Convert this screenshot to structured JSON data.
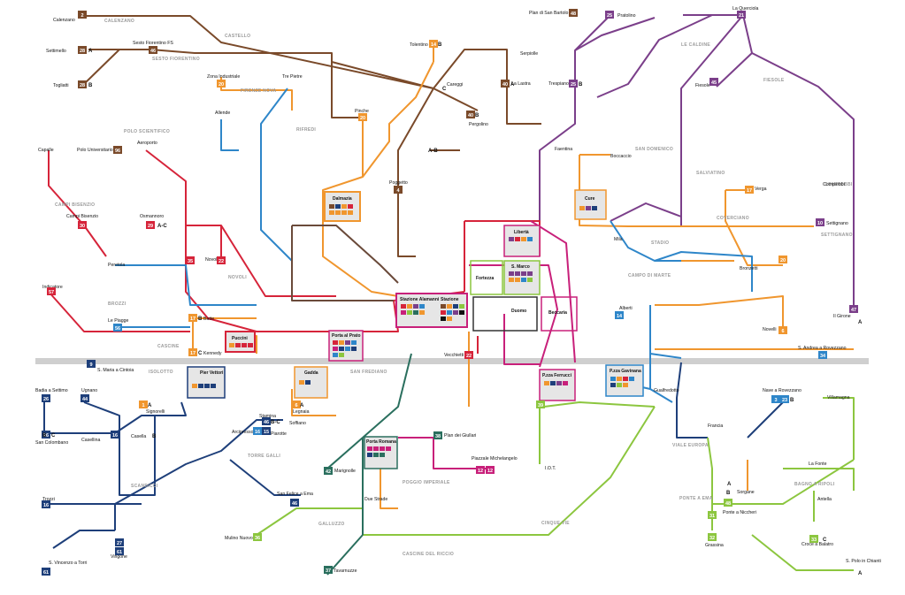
{
  "colors": {
    "brown": "#7a4a2a",
    "orange": "#f0962e",
    "purple": "#7b3f8a",
    "red": "#d6243a",
    "blue": "#2e86c9",
    "navy": "#1e3f7a",
    "green": "#8cc63f",
    "teal": "#2a6f5e",
    "magenta": "#c8207a",
    "pink": "#e0529c",
    "grey": "#cfcfcf"
  },
  "districts": [
    {
      "label": "CALENZANO"
    },
    {
      "label": "CASTELLO"
    },
    {
      "label": "SESTO FIORENTINO"
    },
    {
      "label": "FIRENZE NOVA"
    },
    {
      "label": "RIFREDI"
    },
    {
      "label": "POLO SCIENTIFICO"
    },
    {
      "label": "CAMPI BISENZIO"
    },
    {
      "label": "NOVOLI"
    },
    {
      "label": "BROZZI"
    },
    {
      "label": "CASCINE"
    },
    {
      "label": "ISOLOTTO"
    },
    {
      "label": "SAN FREDIANO"
    },
    {
      "label": "TORRE GALLI"
    },
    {
      "label": "SCANDICCI"
    },
    {
      "label": "POGGIO IMPERIALE"
    },
    {
      "label": "GALLUZZO"
    },
    {
      "label": "CINQUE VIE"
    },
    {
      "label": "CASCINE DEL RICCIO"
    },
    {
      "label": "LE CALDINE"
    },
    {
      "label": "FIESOLE"
    },
    {
      "label": "SAN DOMENICO"
    },
    {
      "label": "SALVIATINO"
    },
    {
      "label": "COMPIOBBI"
    },
    {
      "label": "COVERCIANO"
    },
    {
      "label": "SETTIGNANO"
    },
    {
      "label": "STADIO"
    },
    {
      "label": "CAMPO DI MARTE"
    },
    {
      "label": "VIALE EUROPA"
    },
    {
      "label": "PONTE A EMA"
    },
    {
      "label": "BAGNO A RIPOLI"
    }
  ],
  "stops": [
    {
      "label": "Calenzano"
    },
    {
      "label": "Settimello"
    },
    {
      "label": "Sesto Fiorentino FS"
    },
    {
      "label": "Togliatti"
    },
    {
      "label": "Zona Industriale"
    },
    {
      "label": "Tre Pietre"
    },
    {
      "label": "Allende"
    },
    {
      "label": "Polo Universitario"
    },
    {
      "label": "Aeroporto"
    },
    {
      "label": "Capalle"
    },
    {
      "label": "Campi Bisenzio"
    },
    {
      "label": "Osmannoro"
    },
    {
      "label": "Peretola"
    },
    {
      "label": "Novoli"
    },
    {
      "label": "Indicatore"
    },
    {
      "label": "Le Piagge"
    },
    {
      "label": "Batte"
    },
    {
      "label": "Kennedy"
    },
    {
      "label": "S. Maria a Cintoia"
    },
    {
      "label": "Badia a Settimo"
    },
    {
      "label": "Ugnano"
    },
    {
      "label": "San Colombano"
    },
    {
      "label": "Casellina"
    },
    {
      "label": "Signorelli"
    },
    {
      "label": "Casella"
    },
    {
      "label": "Stamina"
    },
    {
      "label": "Soffiano"
    },
    {
      "label": "Arcipresso"
    },
    {
      "label": "Piarotte"
    },
    {
      "label": "Legnaia"
    },
    {
      "label": "Marignolle"
    },
    {
      "label": "Plan dei Giullari"
    },
    {
      "label": "Piazzale Michelangelo"
    },
    {
      "label": "San Felice a Ema"
    },
    {
      "label": "Trozzi"
    },
    {
      "label": "Vingone"
    },
    {
      "label": "S. Vincenzo a Torri"
    },
    {
      "label": "Mulino Nuovo"
    },
    {
      "label": "Due Strade"
    },
    {
      "label": "Tavarnuzze"
    },
    {
      "label": "Vecchietti"
    },
    {
      "label": "I.O.T."
    },
    {
      "label": "Gualfredotto"
    },
    {
      "label": "Francia"
    },
    {
      "label": "Nave a Rovezzano"
    },
    {
      "label": "Villamagna"
    },
    {
      "label": "La Fonte"
    },
    {
      "label": "Sorgane"
    },
    {
      "label": "Ponte a Niccheri"
    },
    {
      "label": "Antella"
    },
    {
      "label": "Croce a Balatro"
    },
    {
      "label": "Grassina"
    },
    {
      "label": "S. Polo in Chianti"
    },
    {
      "label": "Il Girone"
    },
    {
      "label": "S. Andrea a Rovezzano"
    },
    {
      "label": "Novelli"
    },
    {
      "label": "Alberti"
    },
    {
      "label": "Compiobbi"
    },
    {
      "label": "Bronzetti"
    },
    {
      "label": "Verga"
    },
    {
      "label": "Settignano"
    },
    {
      "label": "Mila"
    },
    {
      "label": "Boccaccio"
    },
    {
      "label": "Faentina"
    },
    {
      "label": "Trespiano"
    },
    {
      "label": "La Lastra"
    },
    {
      "label": "Pratolino"
    },
    {
      "label": "Plan di San Bartolo"
    },
    {
      "label": "Serpiolle"
    },
    {
      "label": "Tolentino"
    },
    {
      "label": "Careggi"
    },
    {
      "label": "Pergolino"
    },
    {
      "label": "Poggetto"
    },
    {
      "label": "Pinche"
    },
    {
      "label": "La Querciola"
    },
    {
      "label": "Fiesole"
    }
  ],
  "hubs": [
    {
      "label": "Dalmazia"
    },
    {
      "label": "Libertà"
    },
    {
      "label": "S. Marco"
    },
    {
      "label": "Fortezza"
    },
    {
      "label": "Duomo"
    },
    {
      "label": "Beccaria"
    },
    {
      "label": "Cure"
    },
    {
      "label": "Stazione Alamanni"
    },
    {
      "label": "Stazione"
    },
    {
      "label": "Porta al Prato"
    },
    {
      "label": "Puccini"
    },
    {
      "label": "Pier Vettori"
    },
    {
      "label": "Gadda"
    },
    {
      "label": "Porta Romana"
    },
    {
      "label": "P.zza Ferrucci"
    },
    {
      "label": "P.zza Gavinana"
    }
  ],
  "line_badges": [
    {
      "number": "2"
    },
    {
      "number": "28"
    },
    {
      "number": "28"
    },
    {
      "number": "46"
    },
    {
      "number": "96"
    },
    {
      "number": "30"
    },
    {
      "number": "22"
    },
    {
      "number": "57"
    },
    {
      "number": "56"
    },
    {
      "number": "17"
    },
    {
      "number": "17"
    },
    {
      "number": "9"
    },
    {
      "number": "26"
    },
    {
      "number": "44"
    },
    {
      "number": "26"
    },
    {
      "number": "16"
    },
    {
      "number": "1"
    },
    {
      "number": "15"
    },
    {
      "number": "46"
    },
    {
      "number": "16"
    },
    {
      "number": "6"
    },
    {
      "number": "42"
    },
    {
      "number": "38"
    },
    {
      "number": "12"
    },
    {
      "number": "12"
    },
    {
      "number": "46"
    },
    {
      "number": "16"
    },
    {
      "number": "27"
    },
    {
      "number": "61"
    },
    {
      "number": "61"
    },
    {
      "number": "36"
    },
    {
      "number": "37"
    },
    {
      "number": "22"
    },
    {
      "number": "39"
    },
    {
      "number": "3"
    },
    {
      "number": "23"
    },
    {
      "number": "31"
    },
    {
      "number": "32"
    },
    {
      "number": "33"
    },
    {
      "number": "48"
    },
    {
      "number": "47"
    },
    {
      "number": "34"
    },
    {
      "number": "6"
    },
    {
      "number": "14"
    },
    {
      "number": "17"
    },
    {
      "number": "20"
    },
    {
      "number": "10"
    },
    {
      "number": "25"
    },
    {
      "number": "40"
    },
    {
      "number": "25"
    },
    {
      "number": "48"
    },
    {
      "number": "21"
    },
    {
      "number": "45"
    },
    {
      "number": "14"
    },
    {
      "number": "40"
    },
    {
      "number": "4"
    },
    {
      "number": "20"
    },
    {
      "number": "20"
    },
    {
      "number": "29"
    },
    {
      "number": "35"
    }
  ],
  "letters": [
    {
      "text": "A"
    },
    {
      "text": "B"
    },
    {
      "text": "B"
    },
    {
      "text": "A-C"
    },
    {
      "text": "B"
    },
    {
      "text": "B"
    },
    {
      "text": "C"
    },
    {
      "text": "C"
    },
    {
      "text": "A"
    },
    {
      "text": "B"
    },
    {
      "text": "B-C"
    },
    {
      "text": "A"
    },
    {
      "text": "B"
    },
    {
      "text": "B"
    },
    {
      "text": "A"
    },
    {
      "text": "C"
    },
    {
      "text": "A"
    },
    {
      "text": "A"
    },
    {
      "text": "A"
    },
    {
      "text": "B"
    },
    {
      "text": "B"
    },
    {
      "text": "C"
    },
    {
      "text": "A-B"
    }
  ]
}
